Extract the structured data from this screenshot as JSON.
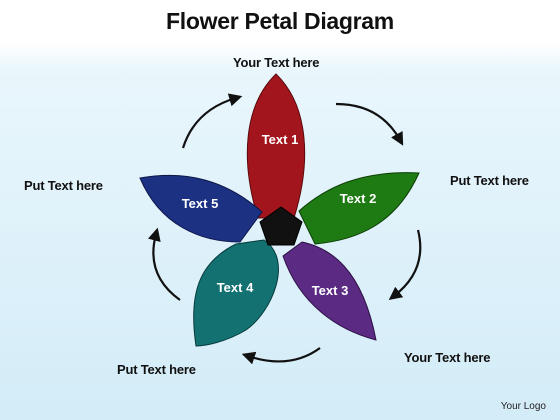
{
  "title": "Flower Petal Diagram",
  "petals": [
    {
      "label": "Text 1",
      "color": "#a3151c"
    },
    {
      "label": "Text 2",
      "color": "#1e7a12"
    },
    {
      "label": "Text 3",
      "color": "#5b2a82"
    },
    {
      "label": "Text 4",
      "color": "#137172"
    },
    {
      "label": "Text 5",
      "color": "#1d3183"
    }
  ],
  "center_color": "#111111",
  "callouts": {
    "top": "Your Text here",
    "right_upper": "Put Text here",
    "right_lower": "Your Text here",
    "left_lower": "Put Text here",
    "left_upper": "Put Text here"
  },
  "logo": "Your Logo"
}
